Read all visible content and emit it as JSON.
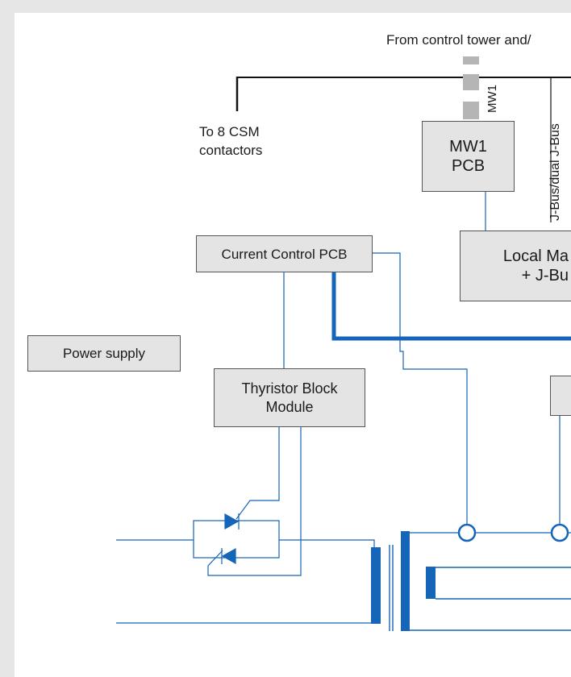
{
  "header": {
    "source_label": "From control tower and/"
  },
  "labels": {
    "csm_line1": "To 8 CSM",
    "csm_line2": "contactors",
    "mw1_cable": "MW1",
    "jbus_cable": "J-Bus/dual J-Bus"
  },
  "blocks": {
    "mw1_pcb": {
      "line1": "MW1",
      "line2": "PCB"
    },
    "local_manager": {
      "line1": "Local Ma",
      "line2": "+ J-Bu"
    },
    "current_control_pcb": {
      "label": "Current Control PCB"
    },
    "power_supply": {
      "label": "Power supply"
    },
    "thyristor_block": {
      "line1": "Thyristor Block",
      "line2": "Module"
    }
  },
  "colors": {
    "accent_blue": "#1565b8",
    "box_fill": "#e4e4e4",
    "line_black": "#111111",
    "cable_gray": "#b5b5b5"
  }
}
